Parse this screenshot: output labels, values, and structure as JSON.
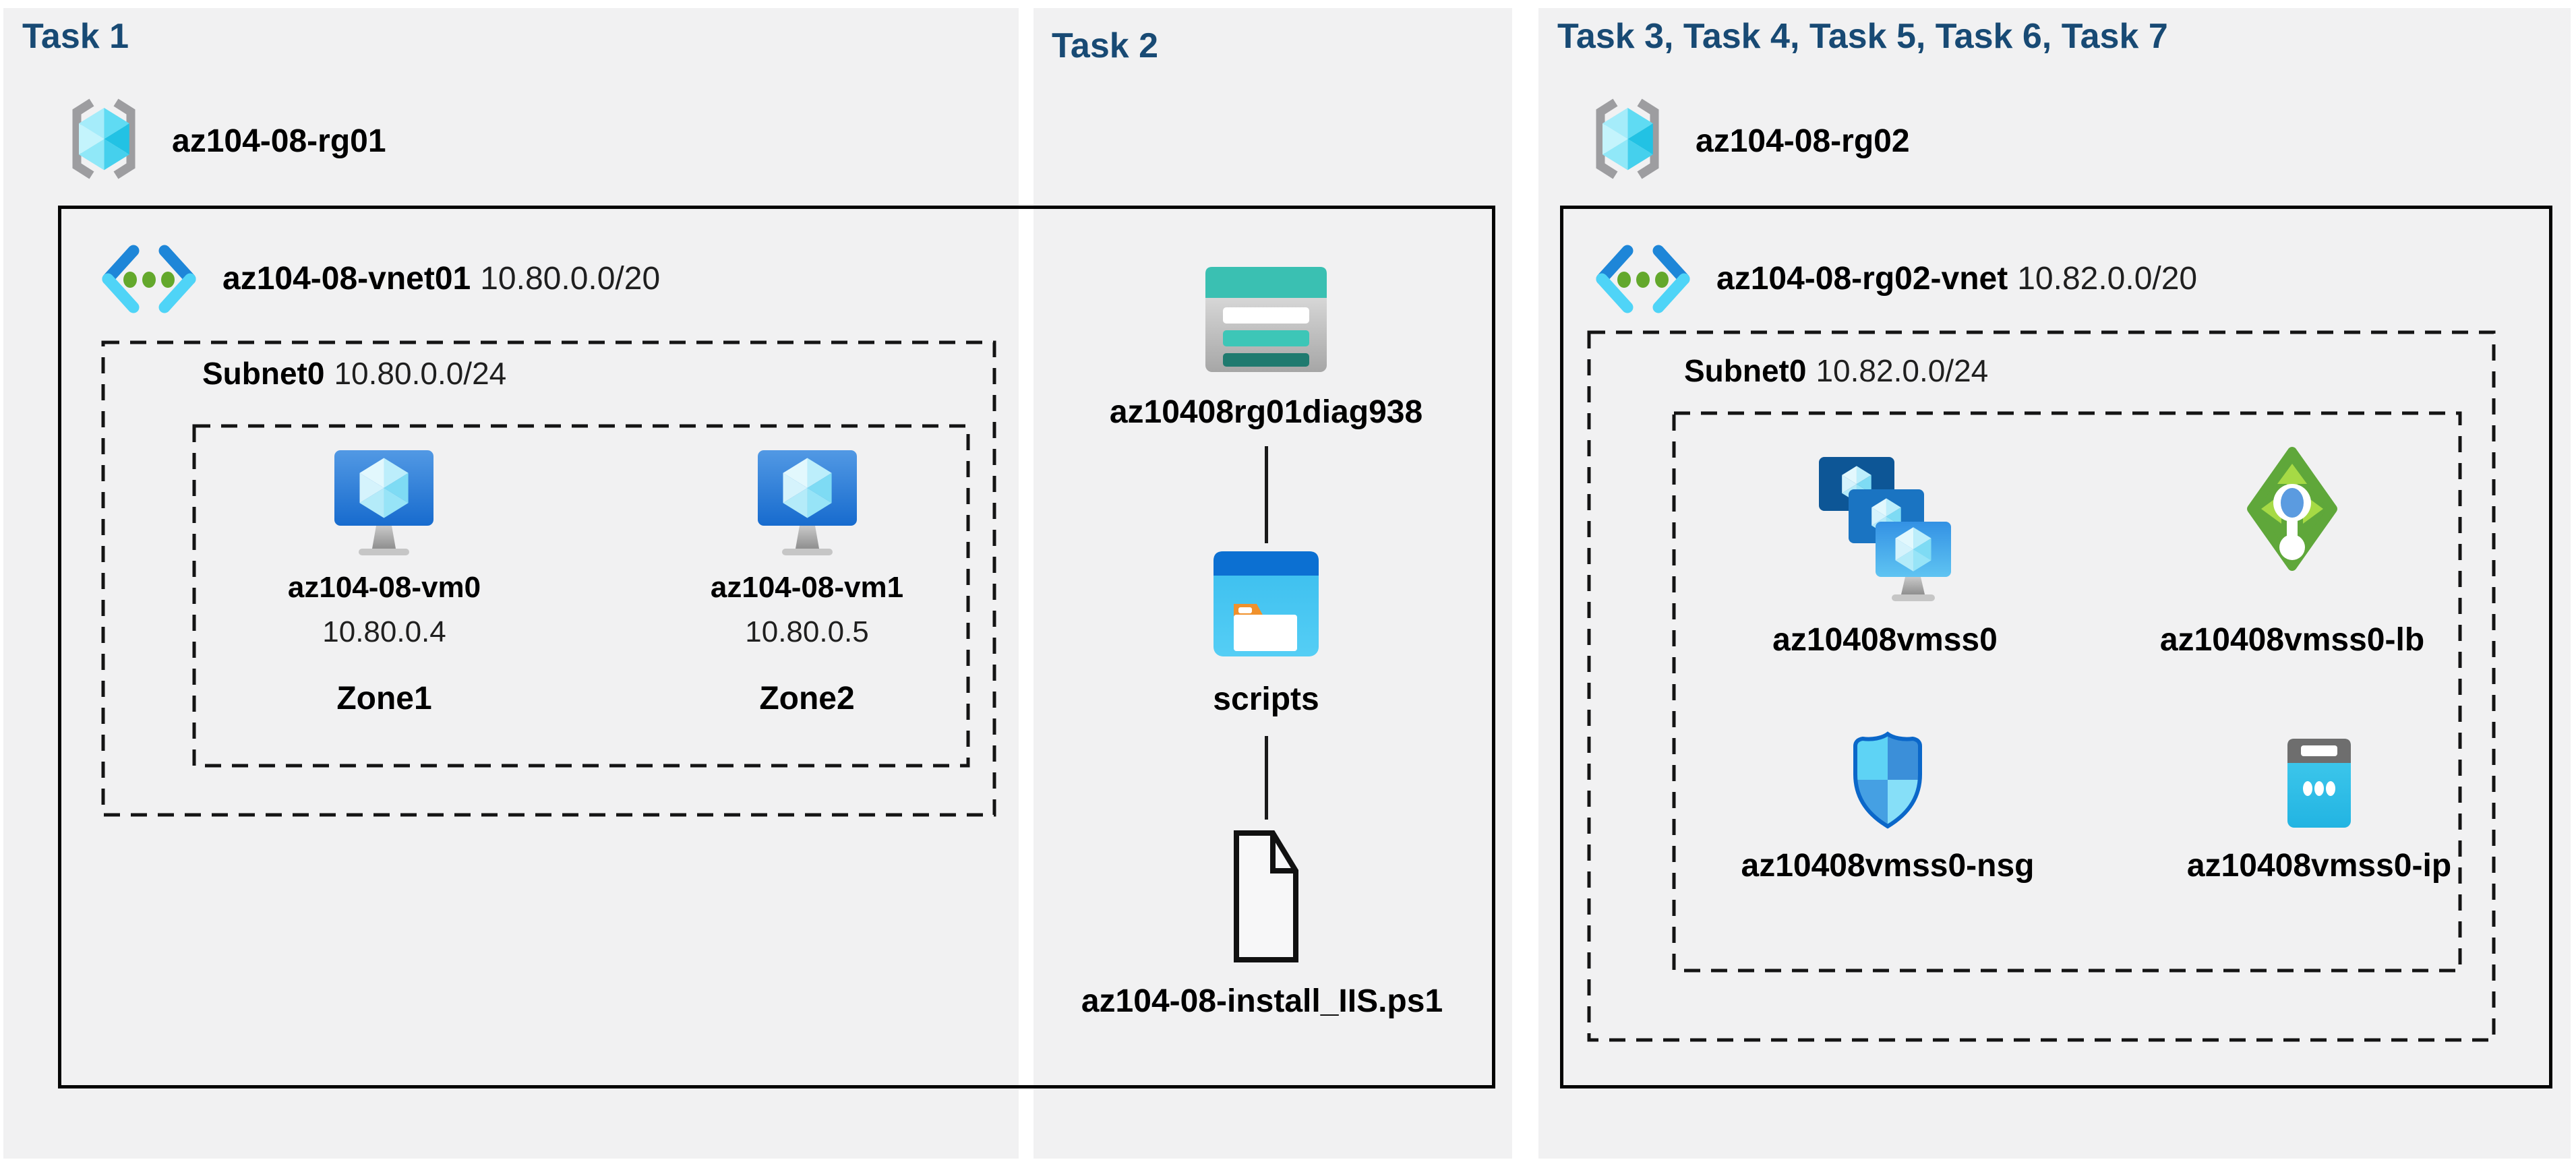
{
  "task1": {
    "header": "Task 1",
    "resource_group": "az104-08-rg01",
    "vnet_name": "az104-08-vnet01",
    "vnet_cidr": "10.80.0.0/20",
    "subnet_name": "Subnet0",
    "subnet_cidr": "10.80.0.0/24",
    "vms": [
      {
        "name": "az104-08-vm0",
        "ip": "10.80.0.4",
        "zone": "Zone1"
      },
      {
        "name": "az104-08-vm1",
        "ip": "10.80.0.5",
        "zone": "Zone2"
      }
    ]
  },
  "task2": {
    "header": "Task 2",
    "storage_account": "az10408rg01diag938",
    "folder": "scripts",
    "script_file": "az104-08-install_IIS.ps1"
  },
  "task3": {
    "header": "Task 3, Task 4, Task 5, Task 6, Task 7",
    "resource_group": "az104-08-rg02",
    "vnet_name": "az104-08-rg02-vnet",
    "vnet_cidr": "10.82.0.0/20",
    "subnet_name": "Subnet0",
    "subnet_cidr": "10.82.0.0/24",
    "vmss": "az10408vmss0",
    "load_balancer": "az10408vmss0-lb",
    "nsg": "az10408vmss0-nsg",
    "public_ip": "az10408vmss0-ip"
  },
  "icons": {
    "resource_group": "azure-resource-group-icon",
    "virtual_network": "azure-vnet-icon",
    "virtual_machine": "azure-vm-icon",
    "storage_account": "azure-storage-account-icon",
    "folder": "folder-window-icon",
    "file": "document-icon",
    "vmss": "azure-vmss-icon",
    "load_balancer": "azure-load-balancer-icon",
    "nsg": "azure-nsg-shield-icon",
    "public_ip": "azure-public-ip-icon"
  },
  "colors": {
    "panel_bg": "#f1f1f2",
    "header_text": "#184a74",
    "label_text": "#000000",
    "secondary_text": "#1f1f1f",
    "box_border": "#050505",
    "vnet_blue": "#1e86d8",
    "vnet_cyan": "#4fd4f7",
    "dot_green": "#63a82c",
    "storage_teal": "#3ac0b2",
    "storage_teal_dark": "#1f7a6f",
    "scripts_blue": "#0c70d2",
    "folder_tab_orange": "#f0912c",
    "lb_green": "#5fa73a",
    "lb_lime": "#a6da45",
    "nsg_border_blue": "#0b67c9",
    "ip_cyan": "#35c6ec"
  }
}
